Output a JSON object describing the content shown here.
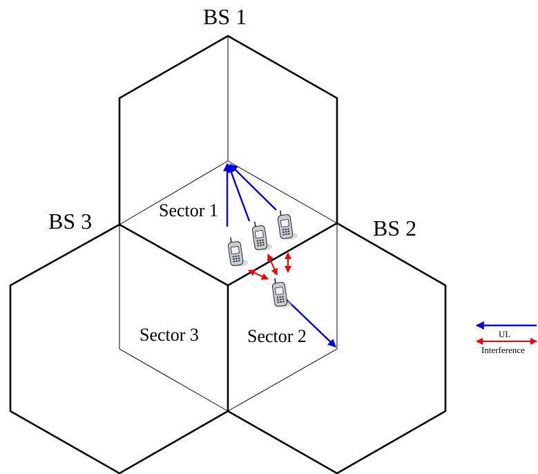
{
  "base_stations": {
    "bs1": "BS 1",
    "bs2": "BS 2",
    "bs3": "BS 3"
  },
  "sectors": {
    "sector1": "Sector 1",
    "sector2": "Sector 2",
    "sector3": "Sector 3"
  },
  "legend": {
    "ul": "UL",
    "interference": "Interference"
  },
  "colors": {
    "ul_arrow": "#0000dd",
    "interference_arrow": "#ee0000",
    "cell_outline": "#000000"
  },
  "icons": {
    "user_device": "mobile-phone-icon"
  }
}
